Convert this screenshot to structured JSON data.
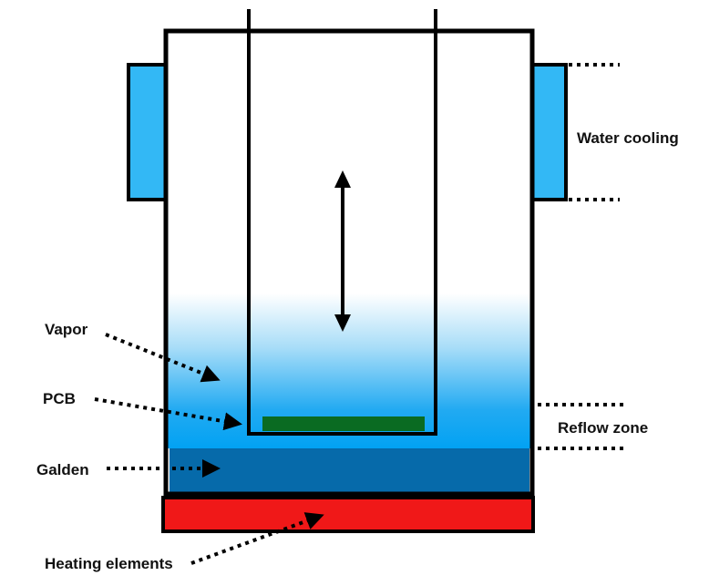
{
  "diagram": {
    "title": "Vapor phase soldering chamber",
    "labels": {
      "water_cooling": "Water cooling",
      "vapor": "Vapor",
      "pcb": "PCB",
      "galden": "Galden",
      "reflow_zone": "Reflow zone",
      "heating_elements": "Heating elements"
    },
    "colors": {
      "cooling_jacket": "#33b8f5",
      "vapor_top": "#ffffff",
      "vapor_bottom": "#02a2f3",
      "galden_liquid": "#066aaa",
      "pcb_board": "#0a6b22",
      "heater": "#f01818",
      "outline": "#000000"
    }
  }
}
